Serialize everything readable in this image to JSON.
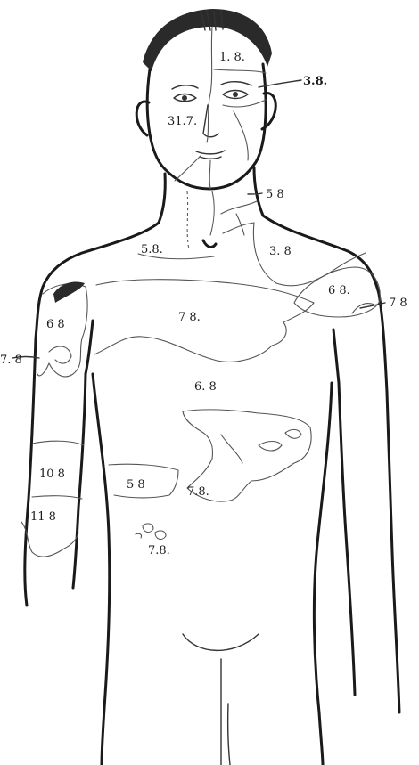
{
  "labels": [
    {
      "id": "forehead",
      "text": "1. 8."
    },
    {
      "id": "eye-right",
      "text": "3.8."
    },
    {
      "id": "cheek",
      "text": "31.7."
    },
    {
      "id": "neck-right",
      "text": "5 8"
    },
    {
      "id": "chest-left-upper",
      "text": "5.8."
    },
    {
      "id": "chest-right-upper",
      "text": "3. 8"
    },
    {
      "id": "shoulder-right",
      "text": "6 8."
    },
    {
      "id": "arm-right-outer",
      "text": "7 8"
    },
    {
      "id": "shoulder-left",
      "text": "6 8"
    },
    {
      "id": "arm-left-outer",
      "text": "7. 8"
    },
    {
      "id": "chest-band",
      "text": "7 8."
    },
    {
      "id": "torso-center",
      "text": "6. 8"
    },
    {
      "id": "forearm-left",
      "text": "10 8"
    },
    {
      "id": "wrist-left",
      "text": "11 8"
    },
    {
      "id": "abdomen-band",
      "text": "5 8"
    },
    {
      "id": "abdomen-patch",
      "text": "7.8."
    },
    {
      "id": "navel-spots",
      "text": "7.8."
    }
  ]
}
